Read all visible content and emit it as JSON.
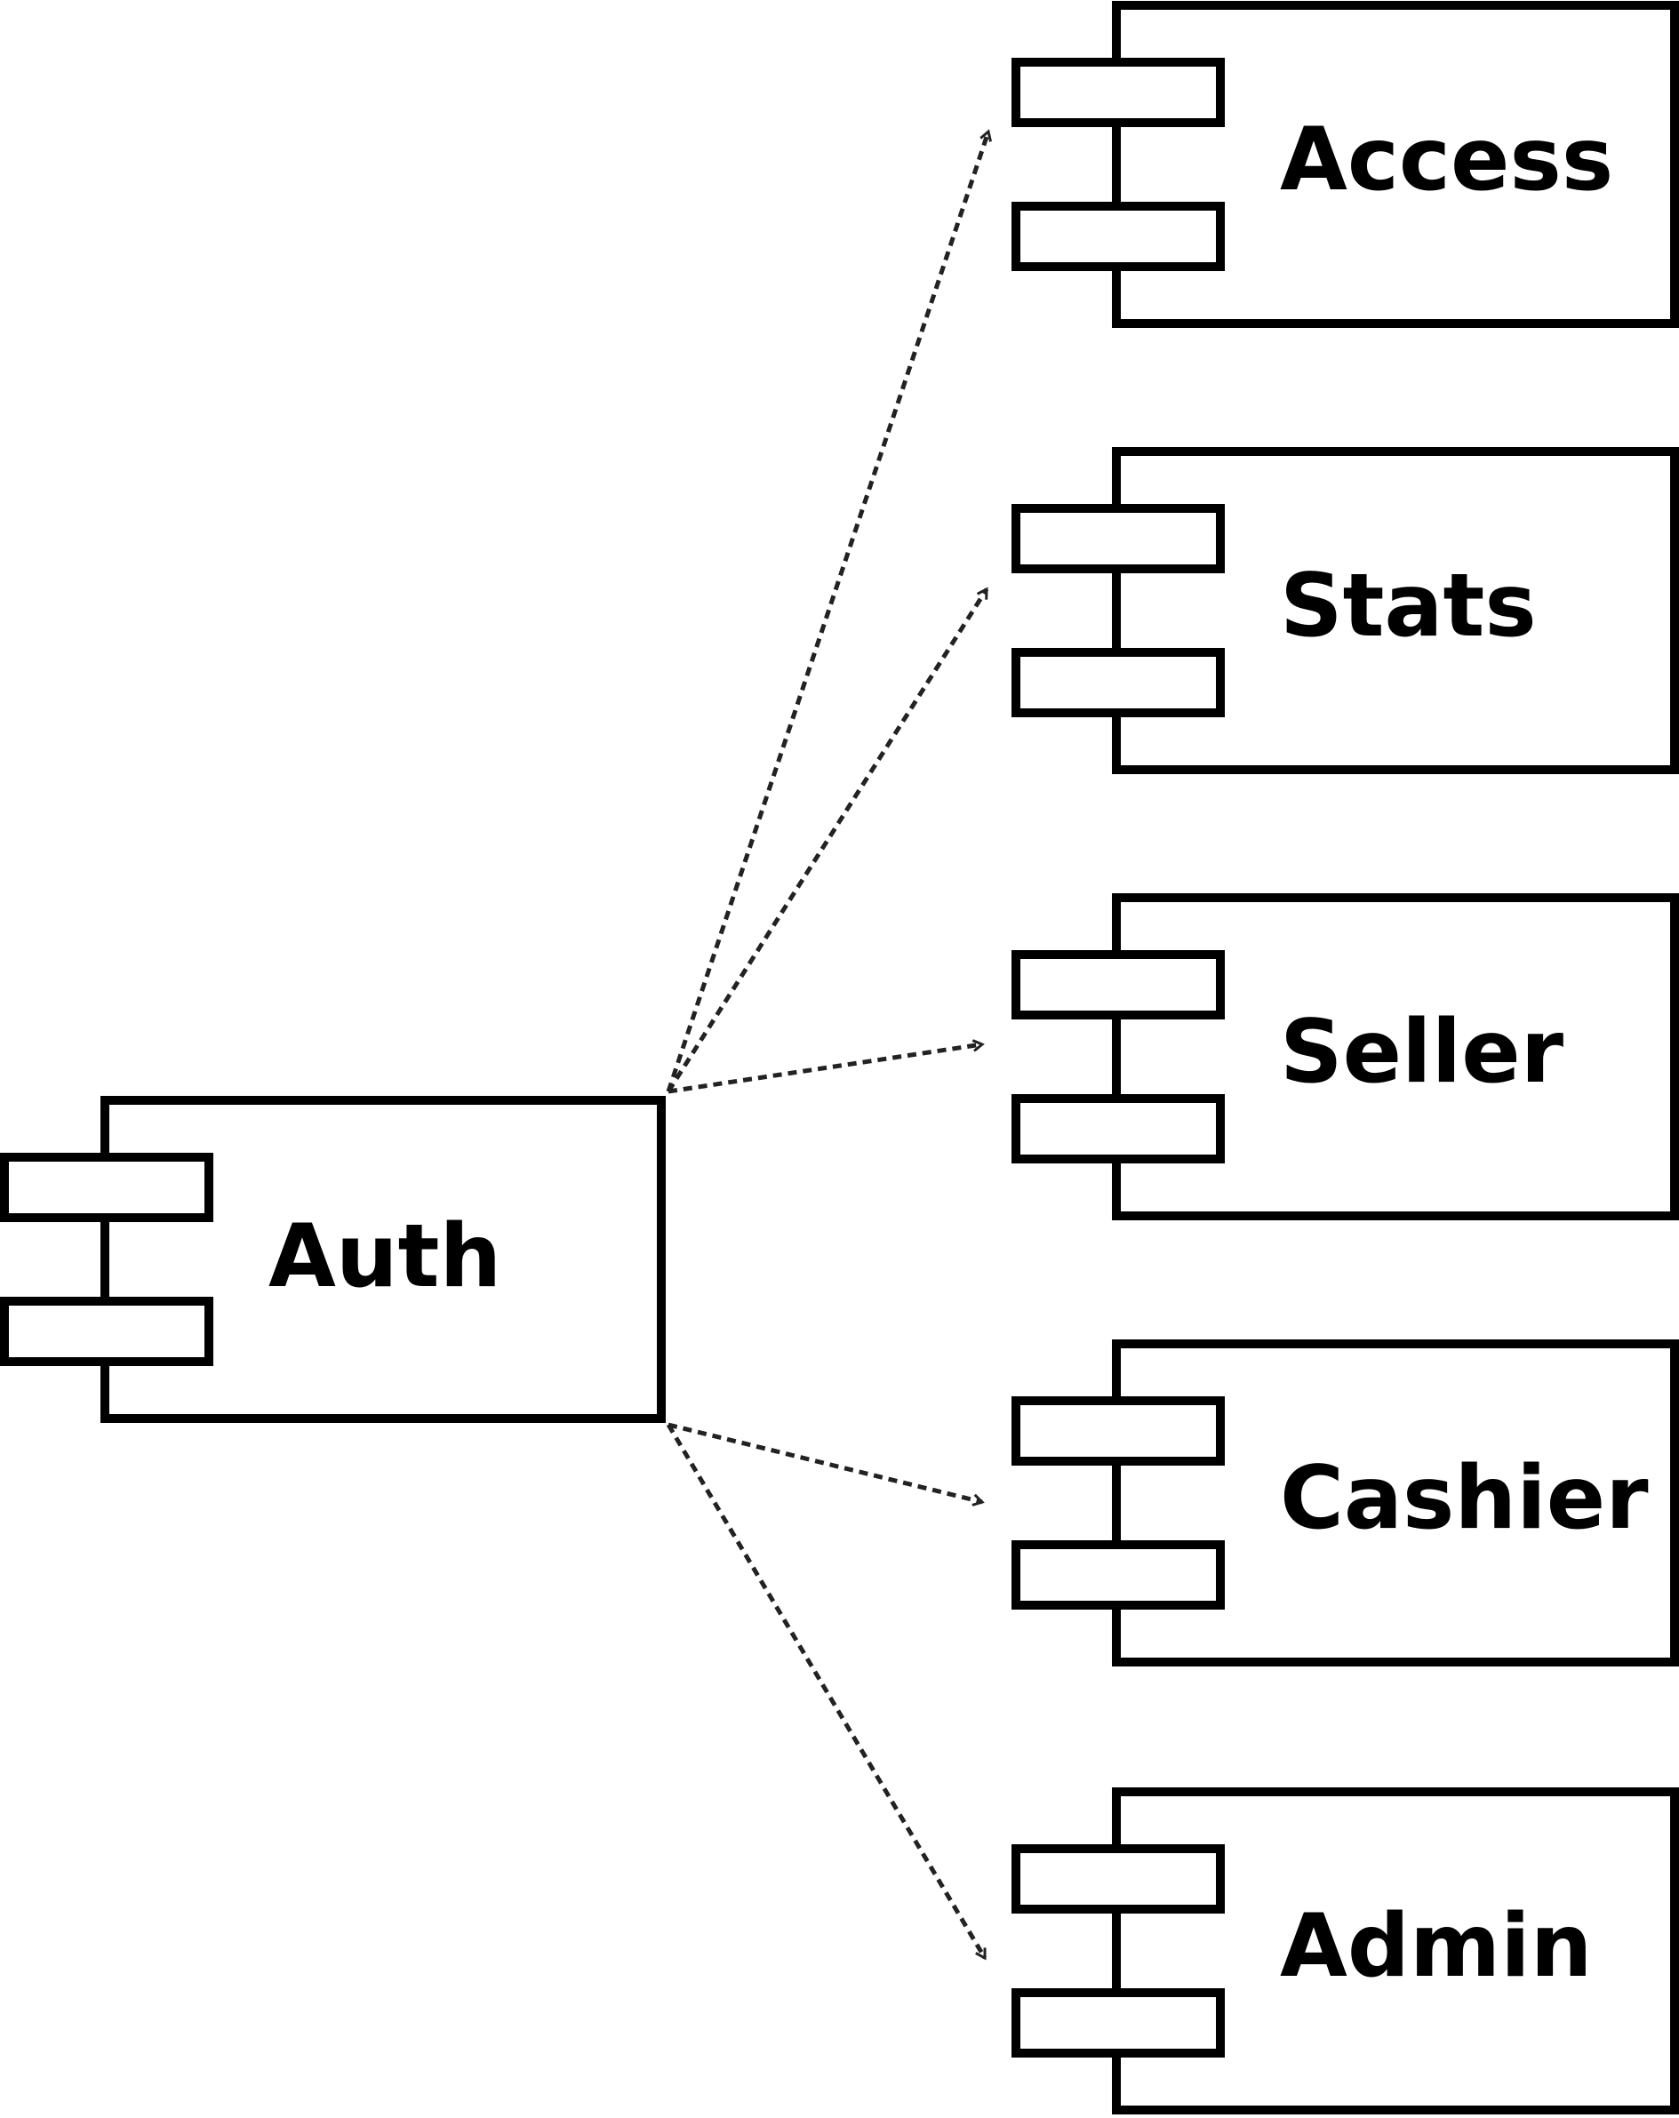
{
  "diagram": {
    "type": "uml-component-diagram",
    "source": {
      "id": "auth",
      "label": "Auth"
    },
    "targets": [
      {
        "id": "access",
        "label": "Access"
      },
      {
        "id": "stats",
        "label": "Stats"
      },
      {
        "id": "seller",
        "label": "Seller"
      },
      {
        "id": "cashier",
        "label": "Cashier"
      },
      {
        "id": "admin",
        "label": "Admin"
      }
    ],
    "edges": [
      {
        "from": "auth",
        "to": "access",
        "style": "dashed",
        "arrow": "open"
      },
      {
        "from": "auth",
        "to": "stats",
        "style": "dashed",
        "arrow": "open"
      },
      {
        "from": "auth",
        "to": "seller",
        "style": "dashed",
        "arrow": "open"
      },
      {
        "from": "auth",
        "to": "cashier",
        "style": "dashed",
        "arrow": "open"
      },
      {
        "from": "auth",
        "to": "admin",
        "style": "dashed",
        "arrow": "open"
      }
    ],
    "colors": {
      "stroke": "#000000",
      "edge": "#222222",
      "background": "#ffffff"
    }
  }
}
